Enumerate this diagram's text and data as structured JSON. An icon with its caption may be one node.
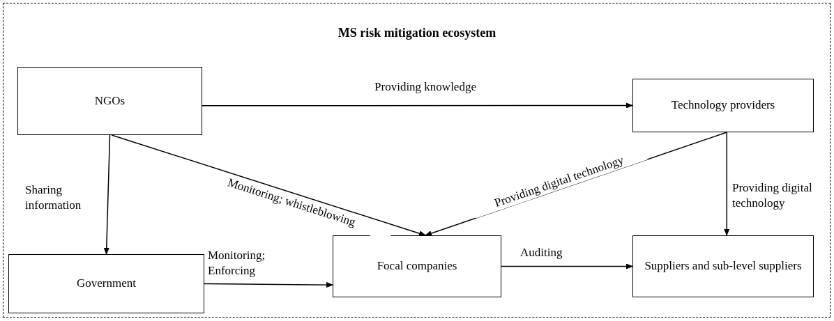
{
  "diagram": {
    "title": "MS risk mitigation ecosystem",
    "nodes": [
      {
        "text": [
          "NGOs"
        ]
      },
      {
        "text": [
          "Technology providers"
        ]
      },
      {
        "text": [
          "Government"
        ]
      },
      {
        "text": [
          "Focal companies"
        ]
      },
      {
        "text": [
          "Suppliers and sub-level suppliers"
        ]
      }
    ],
    "edges": [
      {
        "from": 0,
        "to": 1,
        "arrow": "to",
        "label": "Providing knowledge"
      },
      {
        "from": 0,
        "to": 2,
        "arrow": "to",
        "label": "Sharing information"
      },
      {
        "from": 0,
        "to": 3,
        "arrow": "to",
        "label": "Monitoring; whistleblowing"
      },
      {
        "from": 1,
        "to": 3,
        "arrow": "to",
        "label": "Providing digital technology"
      },
      {
        "from": 1,
        "to": 4,
        "arrow": "to",
        "label": "Providing digital technology"
      },
      {
        "from": 2,
        "to": 3,
        "arrow": "to",
        "label": "Monitoring; Enforcing"
      },
      {
        "from": 3,
        "to": 4,
        "arrow": "to",
        "label": "Auditing"
      }
    ]
  }
}
